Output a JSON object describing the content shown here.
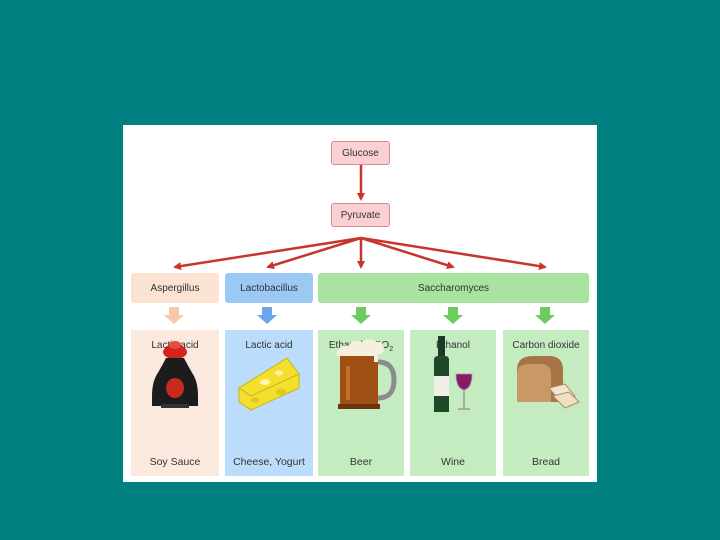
{
  "diagram": {
    "start": "Glucose",
    "middle": "Pyruvate",
    "organisms": [
      {
        "name": "Aspergillus",
        "color": "#fbe2d2"
      },
      {
        "name": "Lactobacillus",
        "color": "#9cc8f4"
      },
      {
        "name": "Saccharomyces",
        "color": "#a8e3a0"
      }
    ],
    "products": [
      {
        "product": "Lactic acid",
        "food": "Soy Sauce",
        "color": "#fce9de",
        "icon": "soy-sauce-bottle-icon"
      },
      {
        "product": "Lactic acid",
        "food": "Cheese, Yogurt",
        "color": "#bcdcfb",
        "icon": "cheese-icon"
      },
      {
        "product": "Ethanol + CO",
        "sub": "2",
        "food": "Beer",
        "color": "#c5ebc0",
        "icon": "beer-mug-icon"
      },
      {
        "product": "Ethanol",
        "food": "Wine",
        "color": "#c5ebc0",
        "icon": "wine-bottle-icon"
      },
      {
        "product": "Carbon dioxide",
        "food": "Bread",
        "color": "#c5ebc0",
        "icon": "bread-icon"
      }
    ],
    "arrow_color": "#c8352c"
  }
}
